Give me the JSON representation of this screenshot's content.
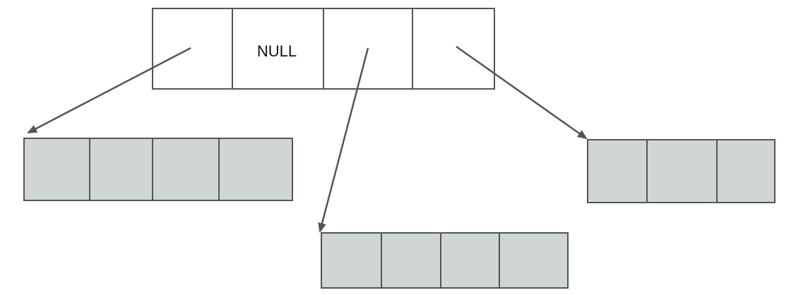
{
  "colors": {
    "background": "#ffffff",
    "stroke": "#555555",
    "top_array_fill": "#ffffff",
    "child_array_fill": "#d0d6d6",
    "text": "#111111"
  },
  "top_array": {
    "cells": [
      "",
      "NULL",
      "",
      ""
    ]
  },
  "left_array": {
    "cell_count": 4
  },
  "middle_array": {
    "cell_count": 4
  },
  "right_array": {
    "cell_count": 3
  }
}
